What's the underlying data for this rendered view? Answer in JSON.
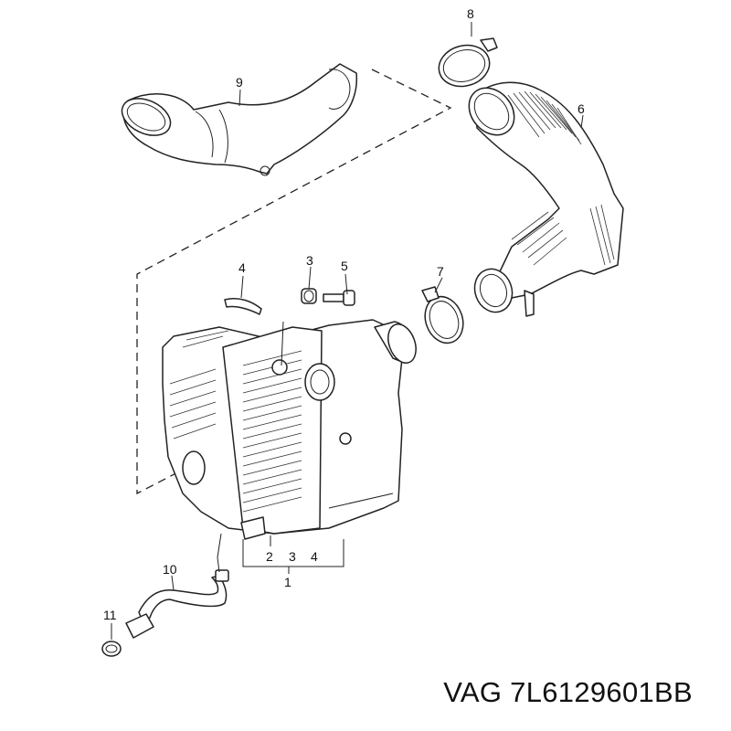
{
  "callouts": {
    "n1": "1",
    "n2": "2",
    "n3a": "3",
    "n3b": "3",
    "n4a": "4",
    "n4b": "4",
    "n5": "5",
    "n6": "6",
    "n7": "7",
    "n8": "8",
    "n9": "9",
    "n10": "10",
    "n11": "11"
  },
  "caption": "VAG 7L6129601BB"
}
